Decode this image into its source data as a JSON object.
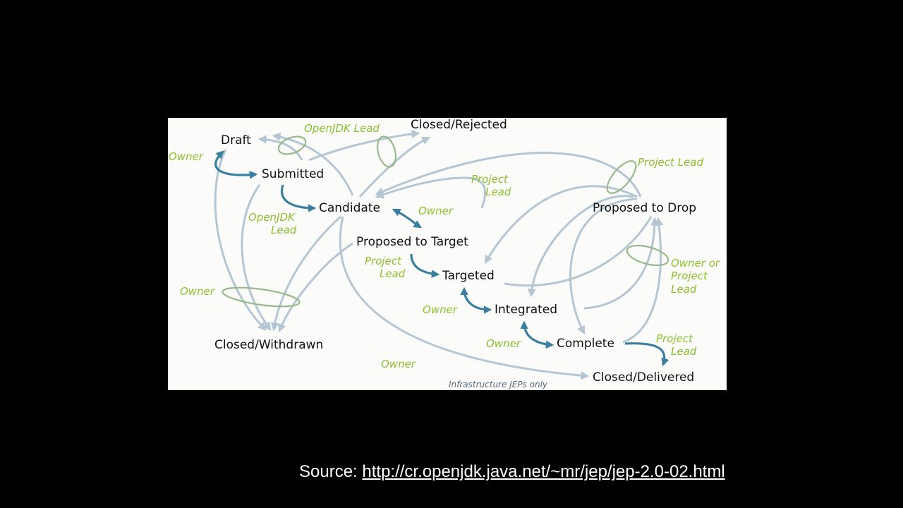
{
  "diagram": {
    "states": {
      "draft": "Draft",
      "submitted": "Submitted",
      "candidate": "Candidate",
      "closed_rejected": "Closed/Rejected",
      "proposed_to_target": "Proposed to Target",
      "targeted": "Targeted",
      "integrated": "Integrated",
      "complete": "Complete",
      "proposed_to_drop": "Proposed to Drop",
      "closed_withdrawn": "Closed/Withdrawn",
      "closed_delivered": "Closed/Delivered"
    },
    "roles": {
      "owner_draft": "Owner",
      "openjdk_lead_top": "OpenJDK Lead",
      "openjdk_lead_mid_1": "OpenJDK",
      "openjdk_lead_mid_2": "Lead",
      "owner_candidate": "Owner",
      "project_lead_top_1": "Project",
      "project_lead_top_2": "Lead",
      "project_lead_drop": "Project Lead",
      "project_lead_target_1": "Project",
      "project_lead_target_2": "Lead",
      "owner_or_project_lead_1": "Owner or",
      "owner_or_project_lead_2": "Project",
      "owner_or_project_lead_3": "Lead",
      "owner_left": "Owner",
      "owner_targeted": "Owner",
      "owner_integrated": "Owner",
      "project_lead_complete_1": "Project",
      "project_lead_complete_2": "Lead",
      "owner_bottom": "Owner"
    },
    "note": "Infrastructure JEPs only"
  },
  "source": {
    "label": "Source: ",
    "url": "http://cr.openjdk.java.net/~mr/jep/jep-2.0-02.html"
  }
}
